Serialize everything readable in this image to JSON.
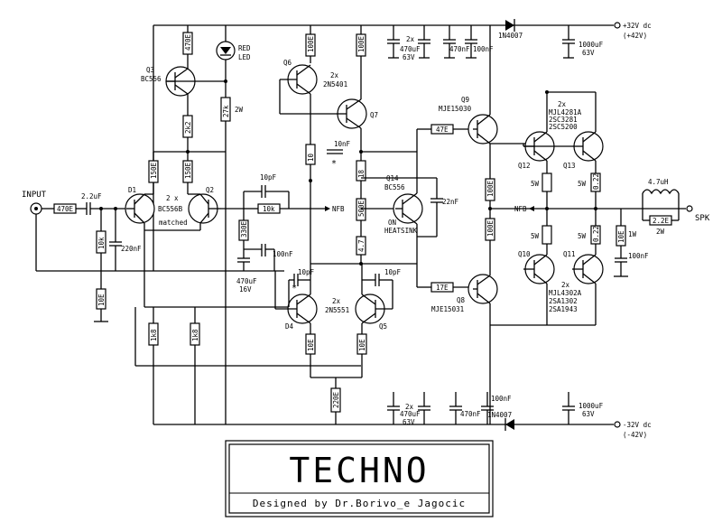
{
  "title_block": {
    "title": "TECHNO",
    "designer": "Designed by Dr.Borivo_e Jagocic"
  },
  "terminals": {
    "input": "INPUT",
    "speaker": "SPK",
    "pos_rail": "+32V dc",
    "pos_rail_alt": "(+42V)",
    "neg_rail": "-32V dc",
    "neg_rail_alt": "(-42V)",
    "nfb_in": "NFB",
    "nfb_out": "NFB"
  },
  "transistors": {
    "q1": "D1",
    "q2": "Q2",
    "q_pair_note": "2 x",
    "q_pair_type": "BC556B",
    "q_pair_matched": "matched",
    "q3": "Q3",
    "q3_type": "BC556",
    "q4": "D4",
    "q5": "Q5",
    "q45_note": "2x",
    "q45_type": "2N5551",
    "q6": "Q6",
    "q6_note": "2x",
    "q6_type": "2N5401",
    "q7": "Q7",
    "q14": "Q14",
    "q14_type": "BC556",
    "q14_note1": "ON",
    "q14_note2": "HEATSINK",
    "q9": "Q9",
    "q9_type": "MJE15030",
    "q8": "Q8",
    "q8_type": "MJE15031",
    "q12": "Q12",
    "q13": "Q13",
    "q1213_note": "2x",
    "q1213_type1": "MJL4281A",
    "q1213_type2": "2SC3281",
    "q1213_type3": "2SC5200",
    "q10": "Q10",
    "q11": "Q11",
    "q1011_note": "2x",
    "q1011_type1": "MJL4302A",
    "q1011_type2": "2SA1302",
    "q1011_type3": "2SA1943"
  },
  "resistors": {
    "r_in": "470E",
    "r_in_gnd": "10k",
    "r_bias1": "10E",
    "r_q3_e": "470E",
    "r_q3_c": "2k2",
    "r_d1": "150E",
    "r_q2": "150E",
    "r_led": "27k",
    "r_led_w": "2W",
    "r_q6": "100E",
    "r_q7": "100E",
    "r_10": "10",
    "r_18": "18",
    "r_500": "500E",
    "r_47": "4.7",
    "r_fb": "10k",
    "r_330": "330E",
    "r_47e": "47E",
    "r_17e": "17E",
    "r_100a": "100E",
    "r_100b": "100E",
    "r_5w1": "5W",
    "r_5w2": "5W",
    "r_5w3": "5W",
    "r_5w4": "5W",
    "r_022a": "0.22",
    "r_022b": "0.22",
    "r_10e_out": "10E",
    "r_1w": "1W",
    "r_22e": "2.2E",
    "r_2w": "2W",
    "r_1k8a": "1k8",
    "r_1k8b": "1k8",
    "r_10e_q4": "10E",
    "r_10e_q5": "10E",
    "r_220": "220E"
  },
  "capacitors": {
    "c_in": "2.2uF",
    "c_220n": "220nF",
    "c_10p_fb": "10pF",
    "c_470u": "470uF",
    "c_470u_v": "16V",
    "c_100n_fb": "100nF",
    "c_10n": "10nF",
    "c_10n_star": "*",
    "c_10p_a": "10pF",
    "c_10p_a_star": "*",
    "c_10p_b": "10pF",
    "c_22n": "22nF",
    "c_100n_out": "100nF",
    "c_top_note": "2x",
    "c_top1": "470uF",
    "c_top1_v": "63V",
    "c_top2": "470nF",
    "c_top3": "100nF",
    "c_top4": "1000uF",
    "c_top4_v": "63V",
    "c_bot_note": "2x",
    "c_bot1": "470uF",
    "c_bot1_v": "63V",
    "c_bot2": "470nF",
    "c_bot3": "100nF",
    "c_bot4": "1000uF",
    "c_bot4_v": "63V"
  },
  "other": {
    "led": "RED",
    "led2": "LED",
    "diode_top": "1N4007",
    "diode_bot": "1N4007",
    "inductor": "4.7uH"
  }
}
